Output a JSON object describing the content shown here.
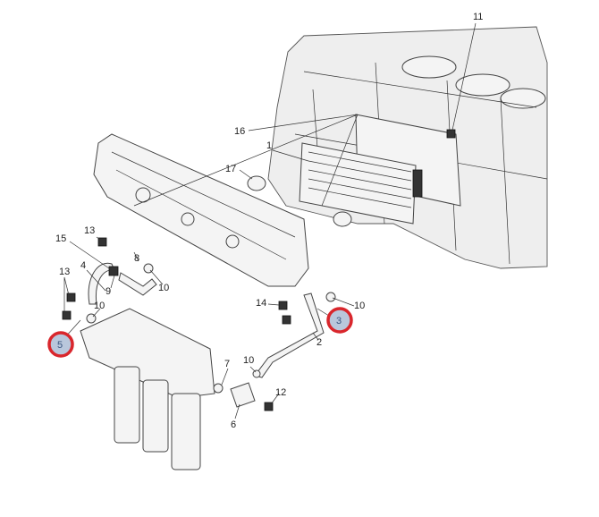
{
  "diagram": {
    "callouts": [
      "11",
      "16",
      "1",
      "17",
      "13",
      "15",
      "8",
      "4",
      "13",
      "9",
      "10",
      "10",
      "14",
      "10",
      "3",
      "2",
      "5",
      "7",
      "10",
      "12",
      "6"
    ],
    "highlighted_callouts": [
      "3",
      "5"
    ],
    "highlight_color": "#d9262c",
    "highlight_fill": "#b9c7dc"
  }
}
